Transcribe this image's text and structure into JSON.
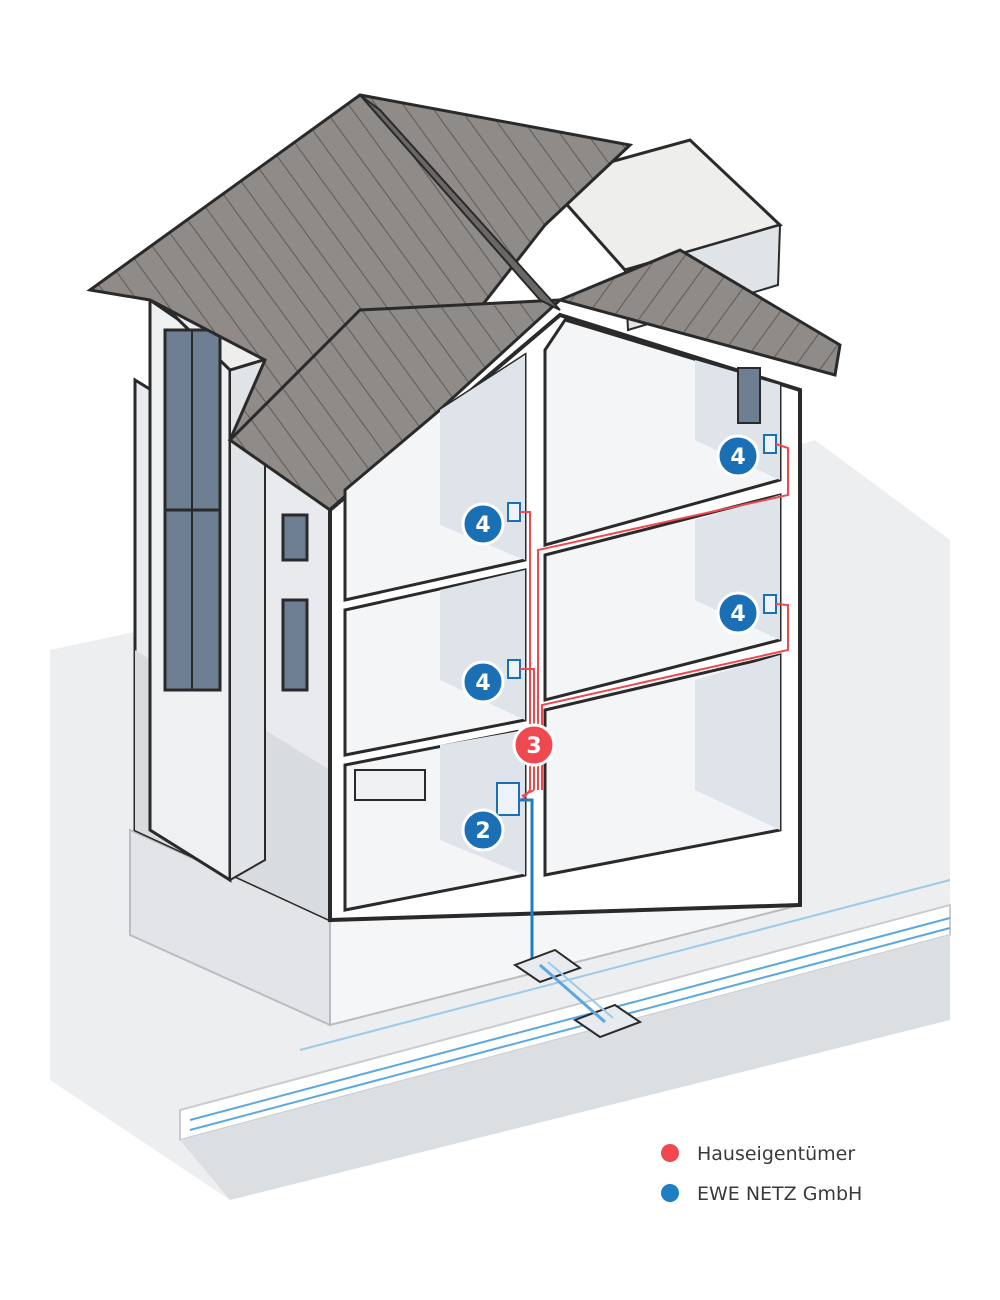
{
  "badges": {
    "b2": "2",
    "b3": "3",
    "b4a": "4",
    "b4b": "4",
    "b4c": "4",
    "b4d": "4"
  },
  "legend": {
    "owner": "Hauseigentümer",
    "network": "EWE NETZ GmbH"
  },
  "colors": {
    "owner": "#f0484f",
    "network": "#1d7ec2",
    "badge_blue": "#1a6fb5",
    "roof": "#8f8b89",
    "wall": "#f2f4f6",
    "outline": "#2a2a2a"
  }
}
